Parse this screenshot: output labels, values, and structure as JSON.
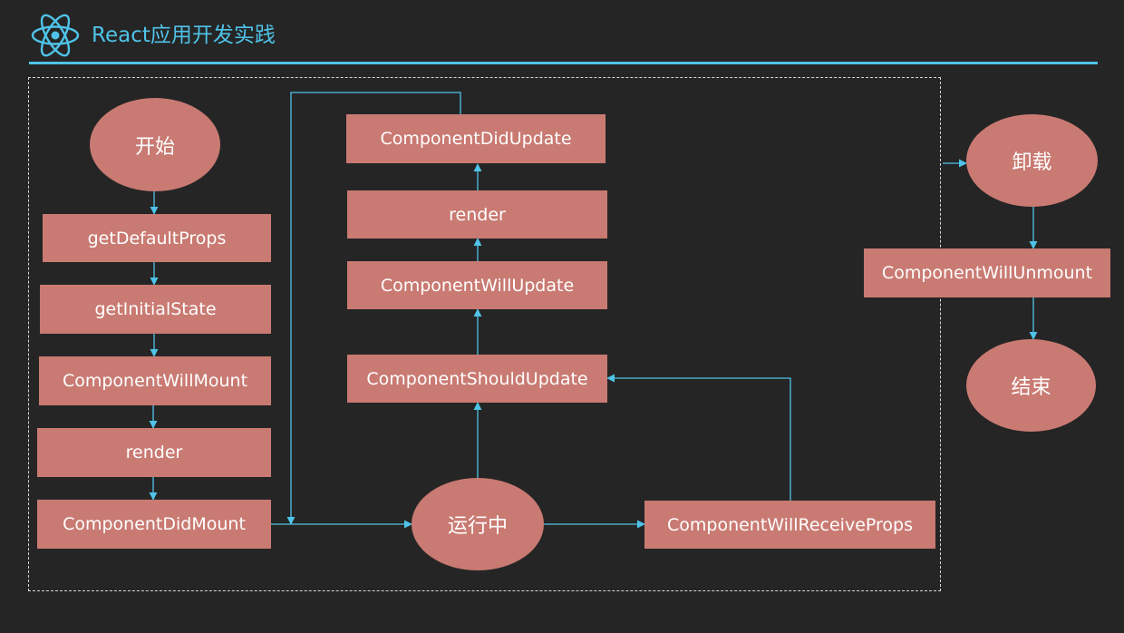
{
  "header": {
    "title": "React应用开发实践",
    "logo_icon": "react-atom-icon"
  },
  "colors": {
    "background": "#252525",
    "accent": "#4fc3e8",
    "node": "#c97a72",
    "frame": "#d8d8d8"
  },
  "diagram": {
    "start": "开始",
    "get_default_props": "getDefaultProps",
    "get_initial_state": "getInitialState",
    "will_mount": "ComponentWillMount",
    "render_mount": "render",
    "did_mount": "ComponentDidMount",
    "did_update": "ComponentDidUpdate",
    "render_update": "render",
    "will_update": "ComponentWillUpdate",
    "should_update": "ComponentShouldUpdate",
    "running": "运行中",
    "will_receive_props": "ComponentWillReceiveProps",
    "unmount": "卸载",
    "will_unmount": "ComponentWillUnmount",
    "end": "结束"
  }
}
